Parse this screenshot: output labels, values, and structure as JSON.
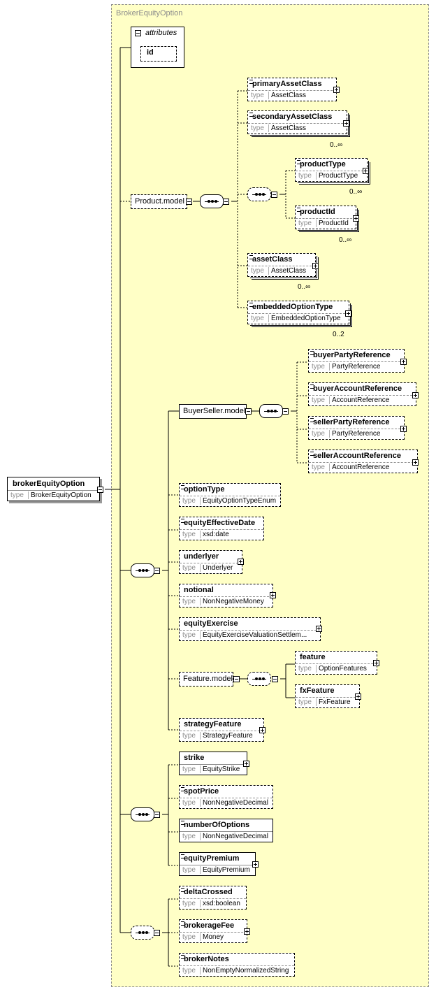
{
  "complex_type": "BrokerEquityOption",
  "root": {
    "name": "brokerEquityOption",
    "type_label": "type",
    "type": "BrokerEquityOption"
  },
  "attributes": {
    "title": "attributes",
    "id": "id"
  },
  "groups": {
    "product_model": "Product.model",
    "buyer_seller_model": "BuyerSeller.model",
    "feature_model": "Feature.model"
  },
  "elements": {
    "primaryAssetClass": {
      "name": "primaryAssetClass",
      "type": "AssetClass"
    },
    "secondaryAssetClass": {
      "name": "secondaryAssetClass",
      "type": "AssetClass",
      "card": "0..∞"
    },
    "productType": {
      "name": "productType",
      "type": "ProductType",
      "card": "0..∞"
    },
    "productId": {
      "name": "productId",
      "type": "ProductId",
      "card": "0..∞"
    },
    "assetClass": {
      "name": "assetClass",
      "type": "AssetClass",
      "card": "0..∞"
    },
    "embeddedOptionType": {
      "name": "embeddedOptionType",
      "type": "EmbeddedOptionType",
      "card": "0..2"
    },
    "buyerPartyReference": {
      "name": "buyerPartyReference",
      "type": "PartyReference"
    },
    "buyerAccountReference": {
      "name": "buyerAccountReference",
      "type": "AccountReference"
    },
    "sellerPartyReference": {
      "name": "sellerPartyReference",
      "type": "PartyReference"
    },
    "sellerAccountReference": {
      "name": "sellerAccountReference",
      "type": "AccountReference"
    },
    "optionType": {
      "name": "optionType",
      "type": "EquityOptionTypeEnum"
    },
    "equityEffectiveDate": {
      "name": "equityEffectiveDate",
      "type": "xsd:date"
    },
    "underlyer": {
      "name": "underlyer",
      "type": "Underlyer"
    },
    "notional": {
      "name": "notional",
      "type": "NonNegativeMoney"
    },
    "equityExercise": {
      "name": "equityExercise",
      "type": "EquityExerciseValuationSettlem..."
    },
    "feature": {
      "name": "feature",
      "type": "OptionFeatures"
    },
    "fxFeature": {
      "name": "fxFeature",
      "type": "FxFeature"
    },
    "strategyFeature": {
      "name": "strategyFeature",
      "type": "StrategyFeature"
    },
    "strike": {
      "name": "strike",
      "type": "EquityStrike"
    },
    "spotPrice": {
      "name": "spotPrice",
      "type": "NonNegativeDecimal"
    },
    "numberOfOptions": {
      "name": "numberOfOptions",
      "type": "NonNegativeDecimal"
    },
    "equityPremium": {
      "name": "equityPremium",
      "type": "EquityPremium"
    },
    "deltaCrossed": {
      "name": "deltaCrossed",
      "type": "xsd:boolean"
    },
    "brokerageFee": {
      "name": "brokerageFee",
      "type": "Money"
    },
    "brokerNotes": {
      "name": "brokerNotes",
      "type": "NonEmptyNormalizedString"
    }
  },
  "type_label": "type"
}
